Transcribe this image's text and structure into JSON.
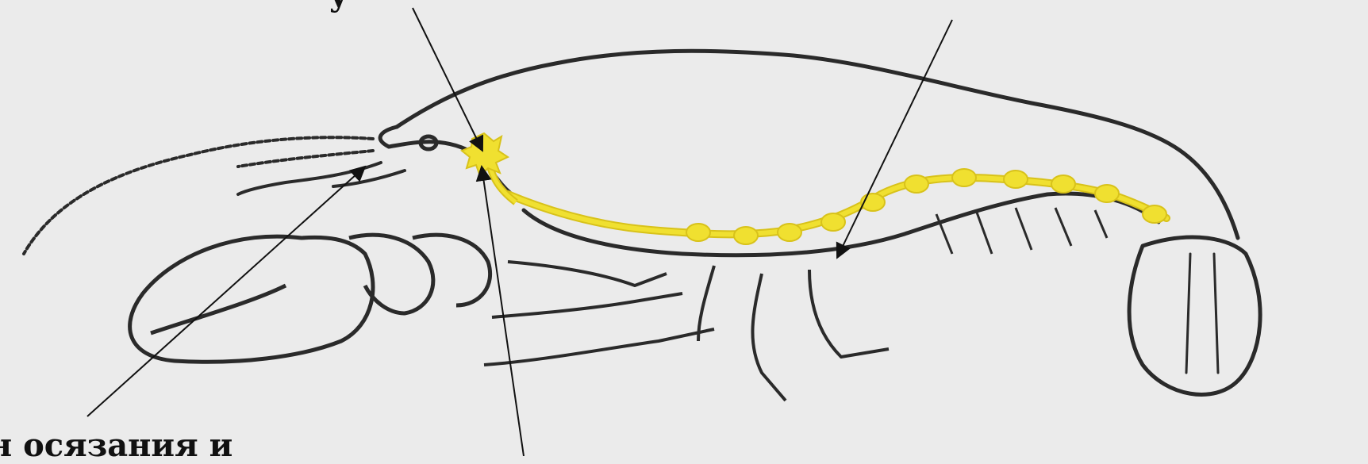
{
  "labels": {
    "touch_organ": "ан осязания и",
    "top_partial": "у"
  },
  "colors": {
    "background": "#ebebeb",
    "outline": "#2a2a2a",
    "nerve": "#f0e030",
    "nerve_edge": "#d8c21a",
    "arrow": "#111111"
  },
  "icons": [
    "crayfish-figure",
    "brain-ganglion-icon",
    "ventral-nerve-cord-icon",
    "antenna-icon",
    "eye-icon",
    "claw-icon"
  ]
}
